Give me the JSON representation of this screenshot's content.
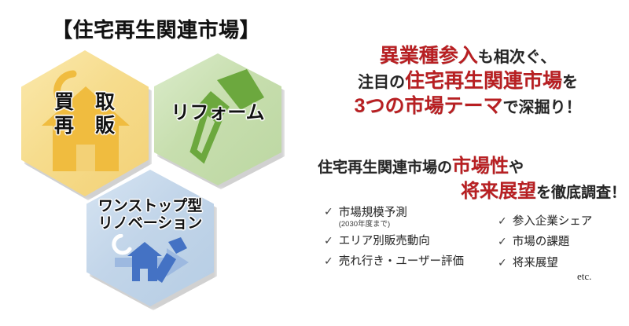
{
  "left": {
    "section_title": "【住宅再生関連市場】",
    "hexagons": [
      {
        "id": "kaitori-hanbai",
        "label_line1": "買　取",
        "label_line2": "再　販",
        "color": "#f3d176",
        "icon": "house-recycle-icon"
      },
      {
        "id": "reform",
        "label_line1": "リフォーム",
        "label_line2": "",
        "color": "#bcd7a2",
        "icon": "hammer-icon"
      },
      {
        "id": "onestop-renovation",
        "label_line1": "ワンストップ型",
        "label_line2": "リノベーション",
        "color": "#b6cde4",
        "icon": "house-hammer-arrow-icon"
      }
    ]
  },
  "right": {
    "headline": {
      "line1_red": "異業種参入",
      "line1_black": "も相次ぐ、",
      "line2_black_pre": "注目の",
      "line2_red": "住宅再生関連市場",
      "line2_black_post": "を",
      "line3_red": "3つの市場テーマ",
      "line3_black": "で深掘り！"
    },
    "subhead": {
      "line1_black_pre": "住宅再生関連市場の",
      "line1_red": "市場性",
      "line1_black_post": "や",
      "line2_red": "将来展望",
      "line2_black": "を徹底調査！"
    },
    "check_icon": "✓",
    "checklist_left": [
      {
        "text": "市場規模予測",
        "sub": "(2030年度まで)"
      },
      {
        "text": "エリア別販売動向",
        "sub": ""
      },
      {
        "text": "売れ行き・ユーザー評価",
        "sub": ""
      }
    ],
    "checklist_right": [
      {
        "text": "参入企業シェア",
        "sub": ""
      },
      {
        "text": "市場の課題",
        "sub": ""
      },
      {
        "text": "将来展望",
        "sub": ""
      }
    ],
    "etc_label": "etc."
  },
  "colors": {
    "accent_red": "#b81f22",
    "hex_yellow": "#f3d176",
    "hex_green": "#bcd7a2",
    "hex_blue": "#b6cde4",
    "icon_yellow": "#f0bc3f",
    "icon_green": "#6ca83e",
    "icon_blue": "#4472c4",
    "icon_blue_pale": "#9db9e0"
  }
}
